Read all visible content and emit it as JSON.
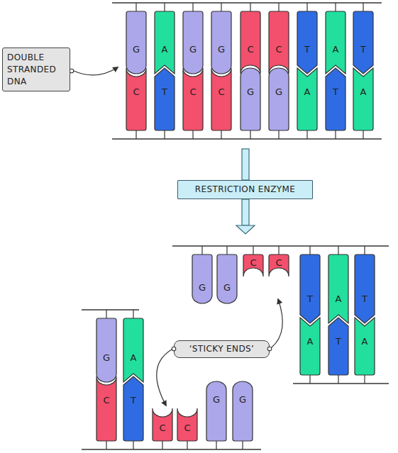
{
  "diagram": {
    "nodes": [
      {
        "text": [
          "DOUBLE STRANDED DNA"
        ]
      },
      {
        "text": [
          "RESTRICTION ENZYME"
        ]
      },
      {
        "text": [
          "‘STICKY ENDS’"
        ]
      }
    ],
    "labels": [
      "G",
      "A",
      "G",
      "G",
      "C",
      "C",
      "T",
      "A",
      "T",
      "C",
      "T",
      "C",
      "C",
      "G",
      "G",
      "A",
      "T",
      "A",
      "G",
      "G",
      "C",
      "C",
      "T",
      "A",
      "T",
      "A",
      "T",
      "A",
      "G",
      "A",
      "C",
      "T",
      "C",
      "C",
      "G",
      "G"
    ]
  }
}
